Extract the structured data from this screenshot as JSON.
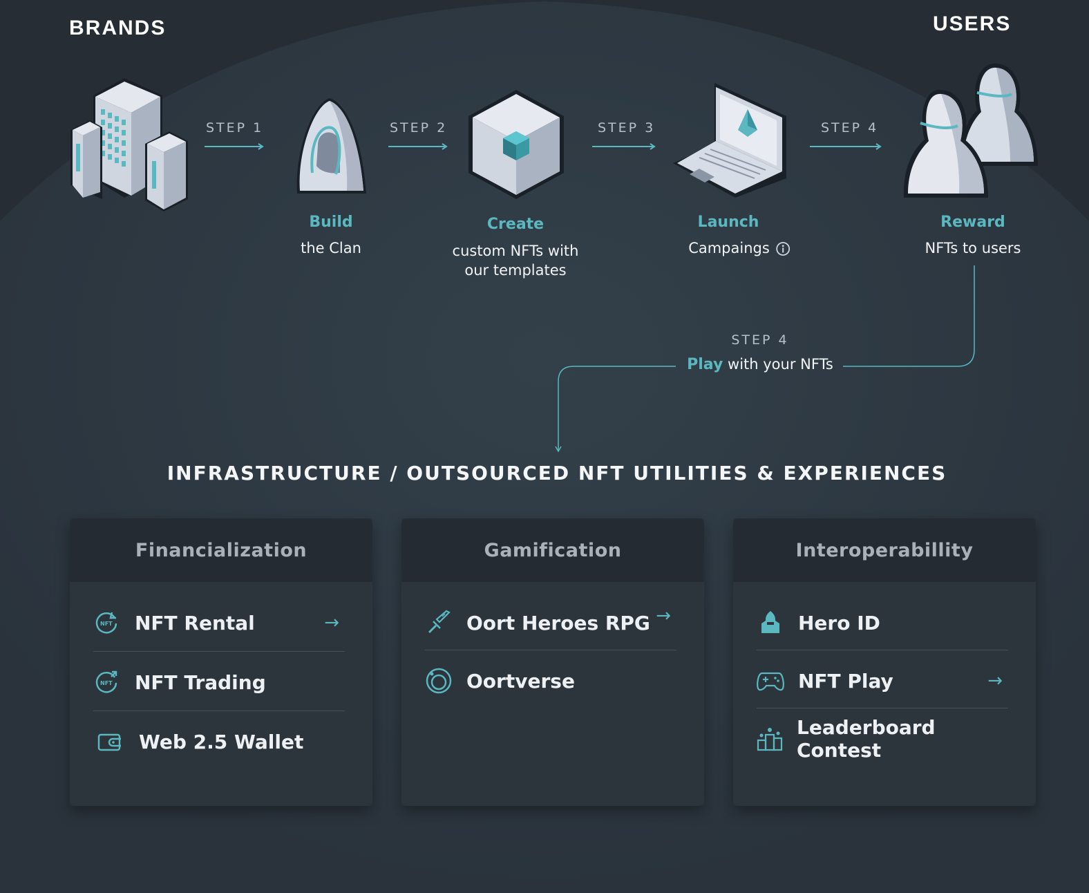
{
  "brands_label": "BRANDS",
  "users_label": "USERS",
  "steps": [
    {
      "step": "STEP 1",
      "title": "Build",
      "desc": "the Clan"
    },
    {
      "step": "STEP 2",
      "title": "Create",
      "desc1": "custom NFTs with",
      "desc2": "our templates"
    },
    {
      "step": "STEP 3",
      "title": "Launch",
      "desc": "Campaings"
    },
    {
      "step": "STEP 4",
      "title": "Reward",
      "desc": "NFTs to users"
    }
  ],
  "play_step": {
    "step": "STEP 4",
    "title": "Play",
    "desc": "with your NFTs"
  },
  "infra_title": "INFRASTRUCTURE / OUTSOURCED NFT UTILITIES & EXPERIENCES",
  "columns": [
    {
      "title": "Financialization",
      "items": [
        {
          "label": "NFT Rental",
          "icon": "nft-rental-icon",
          "arrow": "→"
        },
        {
          "label": "NFT Trading",
          "icon": "nft-trading-icon"
        },
        {
          "label": "Web 2.5 Wallet",
          "icon": "wallet-icon"
        }
      ]
    },
    {
      "title": "Gamification",
      "items": [
        {
          "label": "Oort Heroes RPG",
          "icon": "sword-icon",
          "arrow": "→"
        },
        {
          "label": "Oortverse",
          "icon": "orbit-icon"
        }
      ]
    },
    {
      "title": "Interoperabillity",
      "items": [
        {
          "label": "Hero ID",
          "icon": "hero-id-icon"
        },
        {
          "label": "NFT Play",
          "icon": "gamepad-icon",
          "arrow": "→"
        },
        {
          "label": "Leaderboard Contest",
          "icon": "leaderboard-icon"
        }
      ]
    }
  ],
  "colors": {
    "accent": "#5bb8c0",
    "background": "#262d35",
    "card": "#2c343c"
  }
}
